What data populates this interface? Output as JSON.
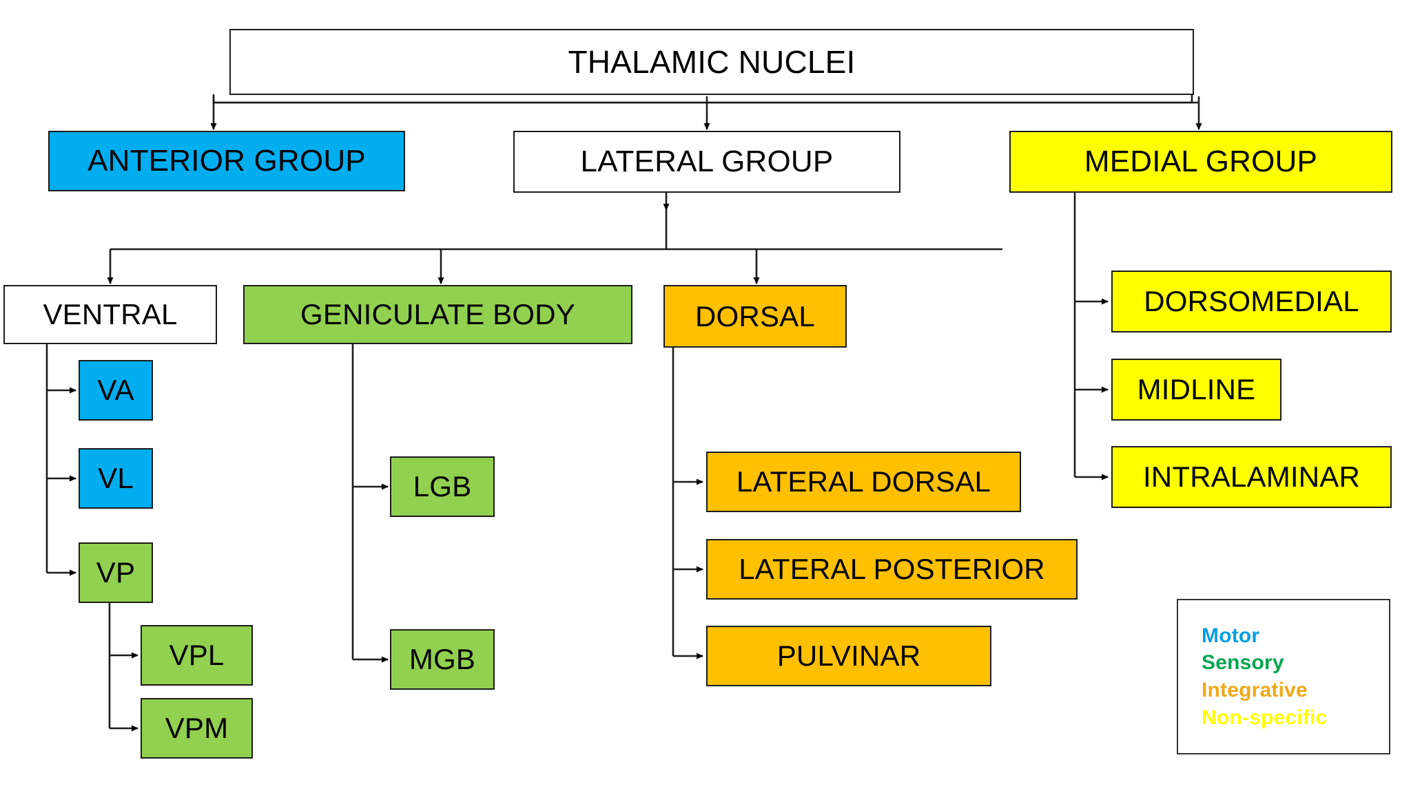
{
  "diagram": {
    "title": "THALAMIC NUCLEI",
    "root": {
      "label": "THALAMIC NUCLEI",
      "color": "#FFFFFF"
    },
    "groups": [
      {
        "label": "ANTERIOR GROUP",
        "color": "#00ADEF"
      },
      {
        "label": "LATERAL GROUP",
        "color": "#FFFFFF"
      },
      {
        "label": "MEDIAL GROUP",
        "color": "#FFFF00"
      }
    ],
    "lateral_children": [
      {
        "label": "VENTRAL",
        "color": "#FFFFFF"
      },
      {
        "label": "GENICULATE BODY",
        "color": "#92D050"
      },
      {
        "label": "DORSAL",
        "color": "#FFC000"
      }
    ],
    "ventral_children": [
      {
        "label": "VA",
        "color": "#00ADEF"
      },
      {
        "label": "VL",
        "color": "#00ADEF"
      },
      {
        "label": "VP",
        "color": "#92D050"
      }
    ],
    "vp_children": [
      {
        "label": "VPL",
        "color": "#92D050"
      },
      {
        "label": "VPM",
        "color": "#92D050"
      }
    ],
    "geniculate_children": [
      {
        "label": "LGB",
        "color": "#92D050"
      },
      {
        "label": "MGB",
        "color": "#92D050"
      }
    ],
    "dorsal_children": [
      {
        "label": "LATERAL DORSAL",
        "color": "#FFC000"
      },
      {
        "label": "LATERAL POSTERIOR",
        "color": "#FFC000"
      },
      {
        "label": "PULVINAR",
        "color": "#FFC000"
      }
    ],
    "medial_children": [
      {
        "label": "DORSOMEDIAL",
        "color": "#FFFF00"
      },
      {
        "label": "MIDLINE",
        "color": "#FFFF00"
      },
      {
        "label": "INTRALAMINAR",
        "color": "#FFFF00"
      }
    ]
  },
  "legend": {
    "items": [
      {
        "label": "Motor",
        "color": "#00A0E3"
      },
      {
        "label": "Sensory",
        "color": "#00A551"
      },
      {
        "label": "Integrative",
        "color": "#F0A818"
      },
      {
        "label": "Non-specific",
        "color": "#FFFF00"
      }
    ]
  }
}
